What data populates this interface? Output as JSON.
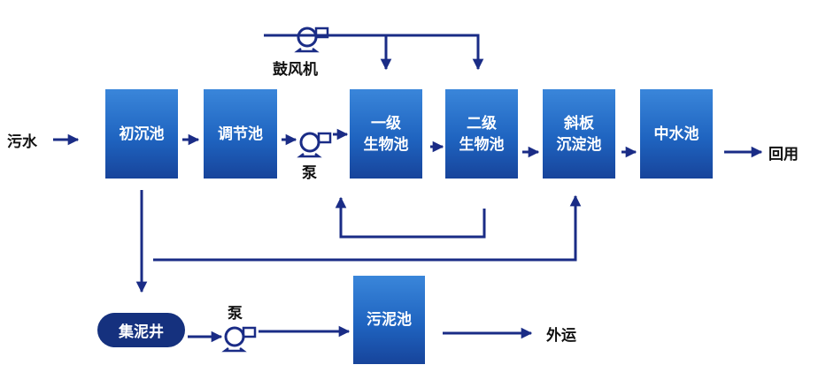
{
  "colors": {
    "line": "#1a2c86",
    "box_top": "#3a86da",
    "box_bottom": "#17449b",
    "pill": "#15317e"
  },
  "icons": {
    "pump": "pump-icon",
    "blower": "blower-icon"
  },
  "labels": {
    "inlet": "污水",
    "outlet_reuse": "回用",
    "outlet_haul": "外运",
    "blower": "鼓风机",
    "pump1": "泵",
    "pump2": "泵"
  },
  "units": {
    "primary": "初沉池",
    "equalization": "调节池",
    "bio1": "一级\n生物池",
    "bio2": "二级\n生物池",
    "settler": "斜板\n沉淀池",
    "reclaimed": "中水池",
    "sludge": "污泥池",
    "collection_well": "集泥井"
  }
}
